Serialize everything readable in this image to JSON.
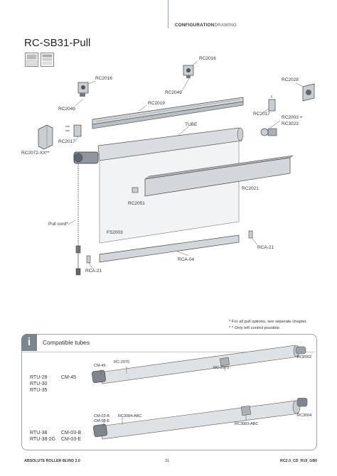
{
  "header": {
    "section": "CONFIGURATION",
    "subsection": "DRAWING"
  },
  "title": "RC-SB31-Pull",
  "parts": {
    "rc2016_a": "RC2016",
    "rc2016_b": "RC2016",
    "rc2049_a": "RC2049",
    "rc2049_b": "RC2049",
    "rc2019": "RC2019",
    "rc2028": "RC2028",
    "rc2017_a": "RC2017",
    "rc2017_b": "RC2017",
    "rc2003": "RC2003 +",
    "rc3023": "RC3023",
    "tube": "TUBE",
    "rc2072": "RC2072-XX**",
    "rc2021": "RC2021",
    "rc2051": "RC2051",
    "pull_cord": "Pull cord*",
    "fs2003": "FS2003",
    "rca21_a": "RCA-21",
    "rca04": "RCA-04",
    "rca21_b": "RCA-21"
  },
  "notes": {
    "n1": "* For all pull options, see seperate chapter.",
    "n2": "* * Only left control possible."
  },
  "compatible": {
    "title": "Compatible tubes",
    "icon": "info-icon",
    "group1": {
      "tubes": [
        "RTU-28",
        "RTU-30",
        "RTU-35"
      ],
      "cm": "CM-45",
      "labels": {
        "cm45": "CM-45",
        "rc2070_top": "RC-2070",
        "rc2070_mid": "RC-2070",
        "rc2002": "RC2002"
      }
    },
    "group2": {
      "tubes": [
        "RTU-38",
        "RTU-38-2G"
      ],
      "cm": [
        "CM-03-B",
        "CM-03-E"
      ],
      "labels": {
        "cm03b": "CM-03-B",
        "cm03e": "CM-03-E",
        "rc3084": "RC3084-ABC",
        "rc3083": "RC3083-ABC",
        "rc3004": "RC3004"
      }
    }
  },
  "footer": {
    "left": "ABSOLUTE ROLLER BLIND 2.0",
    "page": "31",
    "right": "RC2.0_CD_R19_GB0"
  },
  "colors": {
    "line": "#9aa3ad",
    "part_grey": "#c9ced3",
    "dark": "#333333"
  }
}
